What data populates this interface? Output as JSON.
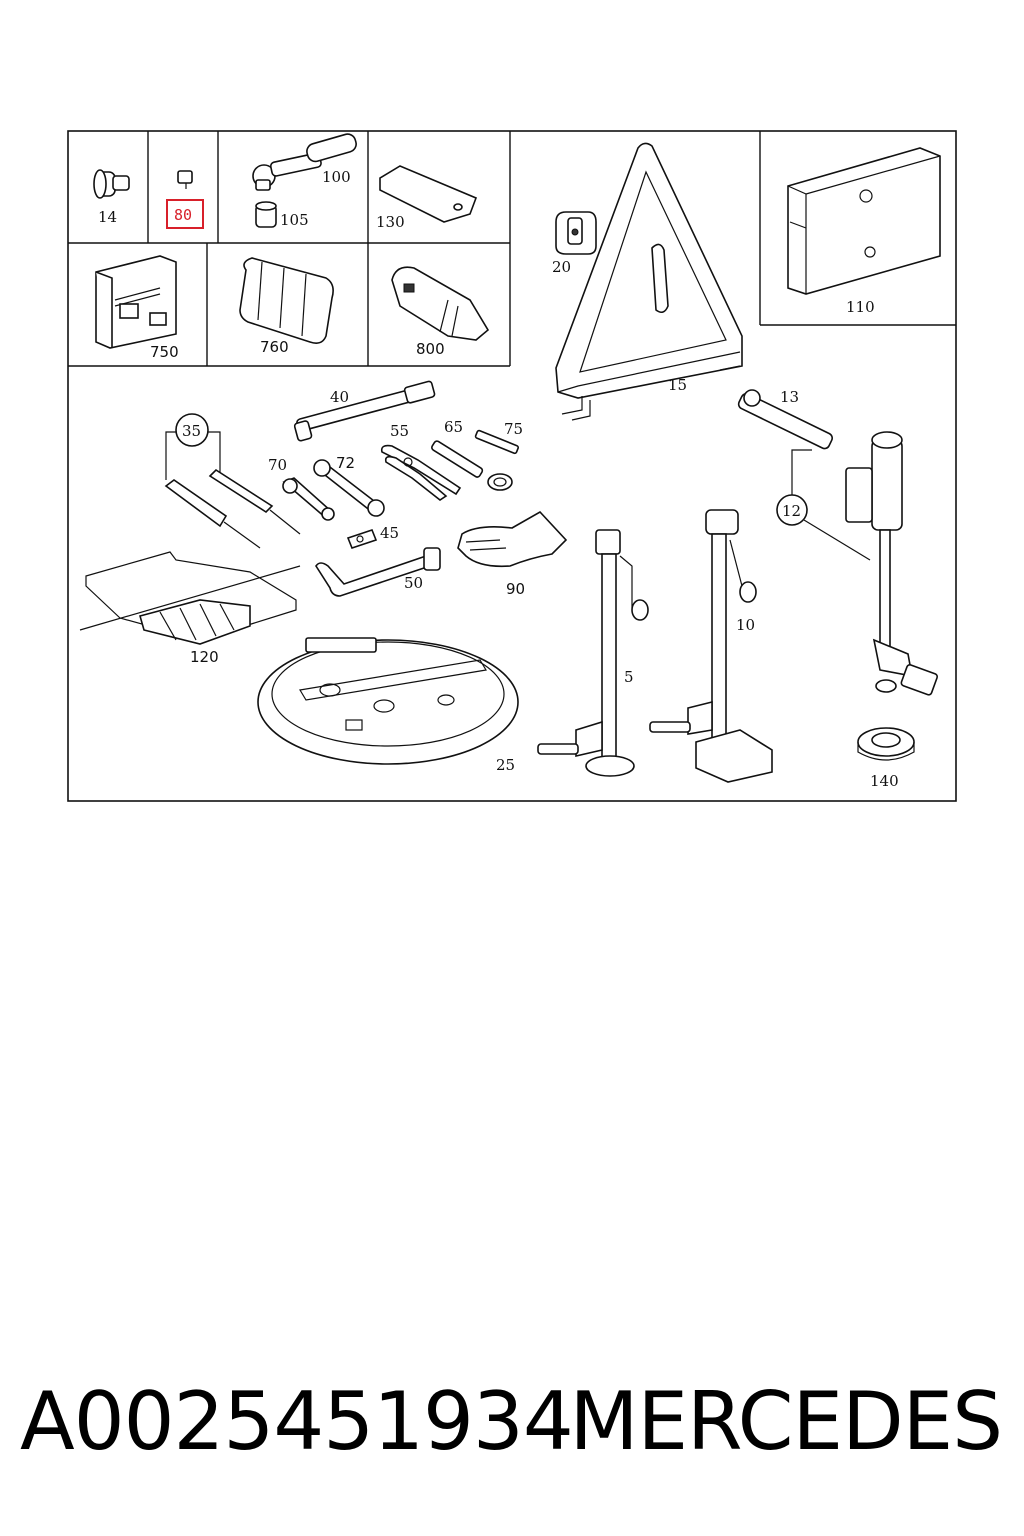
{
  "parts": {
    "p14": "14",
    "p80": "80",
    "p100": "100",
    "p105": "105",
    "p130": "130",
    "p20": "20",
    "p15": "15",
    "p110": "110",
    "p750": "750",
    "p760": "760",
    "p800": "800",
    "p40": "40",
    "p35": "35",
    "p70": "70",
    "p72": "72",
    "p55": "55",
    "p65": "65",
    "p75": "75",
    "p13": "13",
    "p12": "12",
    "p45": "45",
    "p50": "50",
    "p90": "90",
    "p120": "120",
    "p10": "10",
    "p5": "5",
    "p25": "25",
    "p140": "140"
  },
  "highlight": {
    "part": "80",
    "color": "#d8202a"
  },
  "footer": {
    "part_number": "A0025451934",
    "brand": "MERCEDES"
  }
}
